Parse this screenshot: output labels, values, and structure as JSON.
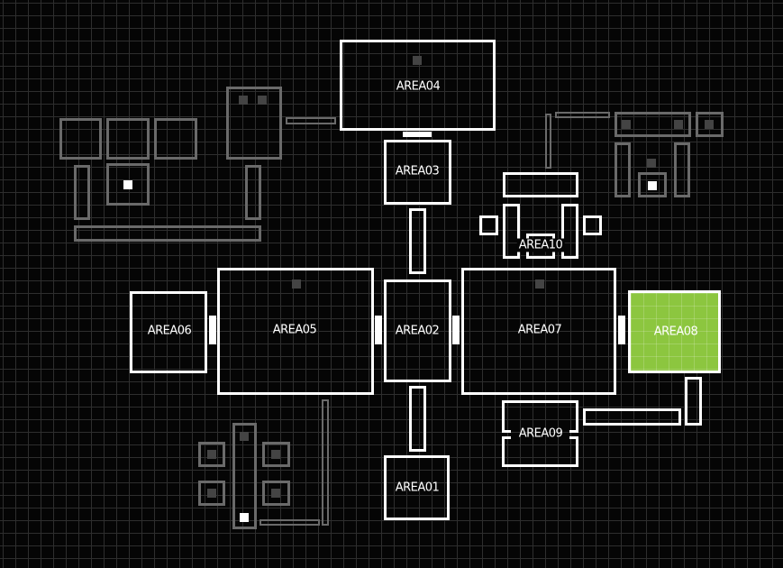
{
  "areas": {
    "a01": "AREA01",
    "a02": "AREA02",
    "a03": "AREA03",
    "a04": "AREA04",
    "a05": "AREA05",
    "a06": "AREA06",
    "a07": "AREA07",
    "a08": "AREA08",
    "a09": "AREA09",
    "a10": "AREA10"
  },
  "selected_area": "AREA08",
  "colors": {
    "selected": "#8cc63f",
    "room": "#ffffff",
    "inactive": "#6a6a6a"
  }
}
